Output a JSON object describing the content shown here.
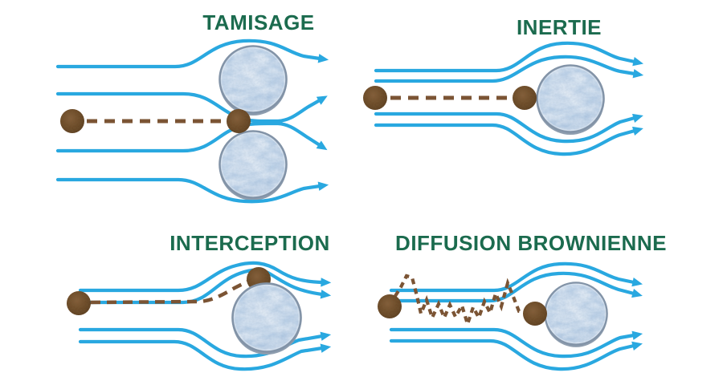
{
  "panels": [
    {
      "id": "tamisage",
      "title": "TAMISAGE"
    },
    {
      "id": "inertie",
      "title": "INERTIE"
    },
    {
      "id": "interception",
      "title": "INTERCEPTION"
    },
    {
      "id": "diffusion",
      "title": "DIFFUSION BROWNIENNE"
    }
  ],
  "colors": {
    "background": "#ffffff",
    "title_green": "#1b6b4e",
    "flow_blue": "#29a8e0",
    "particle_brown": "#6f4c29",
    "trajectory_brown": "#7b5434",
    "fiber_blue": "#aec7e2",
    "fiber_rim_gray": "#8293a7"
  },
  "icons": {
    "flow_arrow_icon": "filled-right-triangle"
  }
}
